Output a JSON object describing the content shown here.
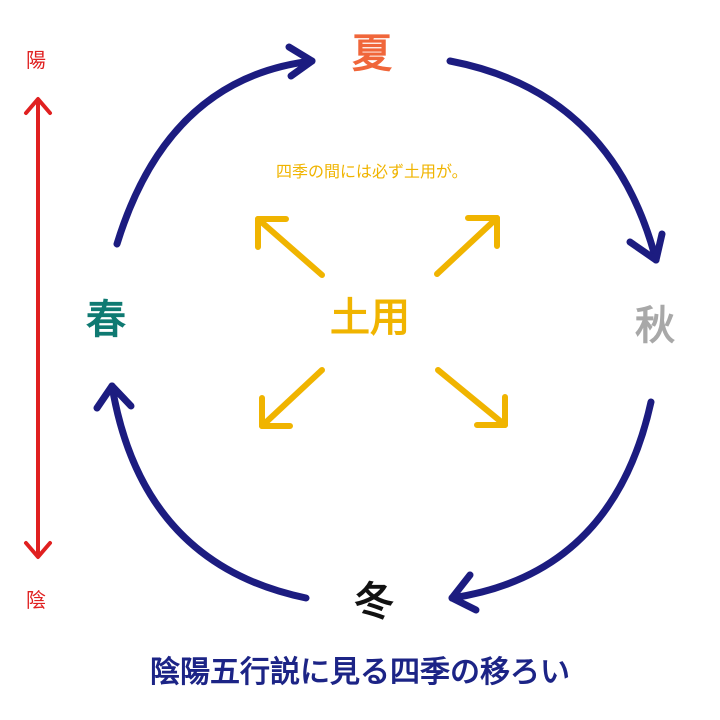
{
  "seasons": {
    "summer": "夏",
    "autumn": "秋",
    "spring": "春",
    "winter": "冬"
  },
  "center": {
    "label": "土用",
    "note": "四季の間には必ず土用が。"
  },
  "axis": {
    "top": "陽",
    "bottom": "陰"
  },
  "title": "陰陽五行説に見る四季の移ろい",
  "colors": {
    "summer": "#f0663a",
    "autumn": "#a8a8a8",
    "spring": "#0f7a72",
    "winter": "#111111",
    "doyo": "#f0b400",
    "cycle_arrows": "#1c1c80",
    "yin_yang": "#e02020",
    "title": "#1c2486"
  }
}
